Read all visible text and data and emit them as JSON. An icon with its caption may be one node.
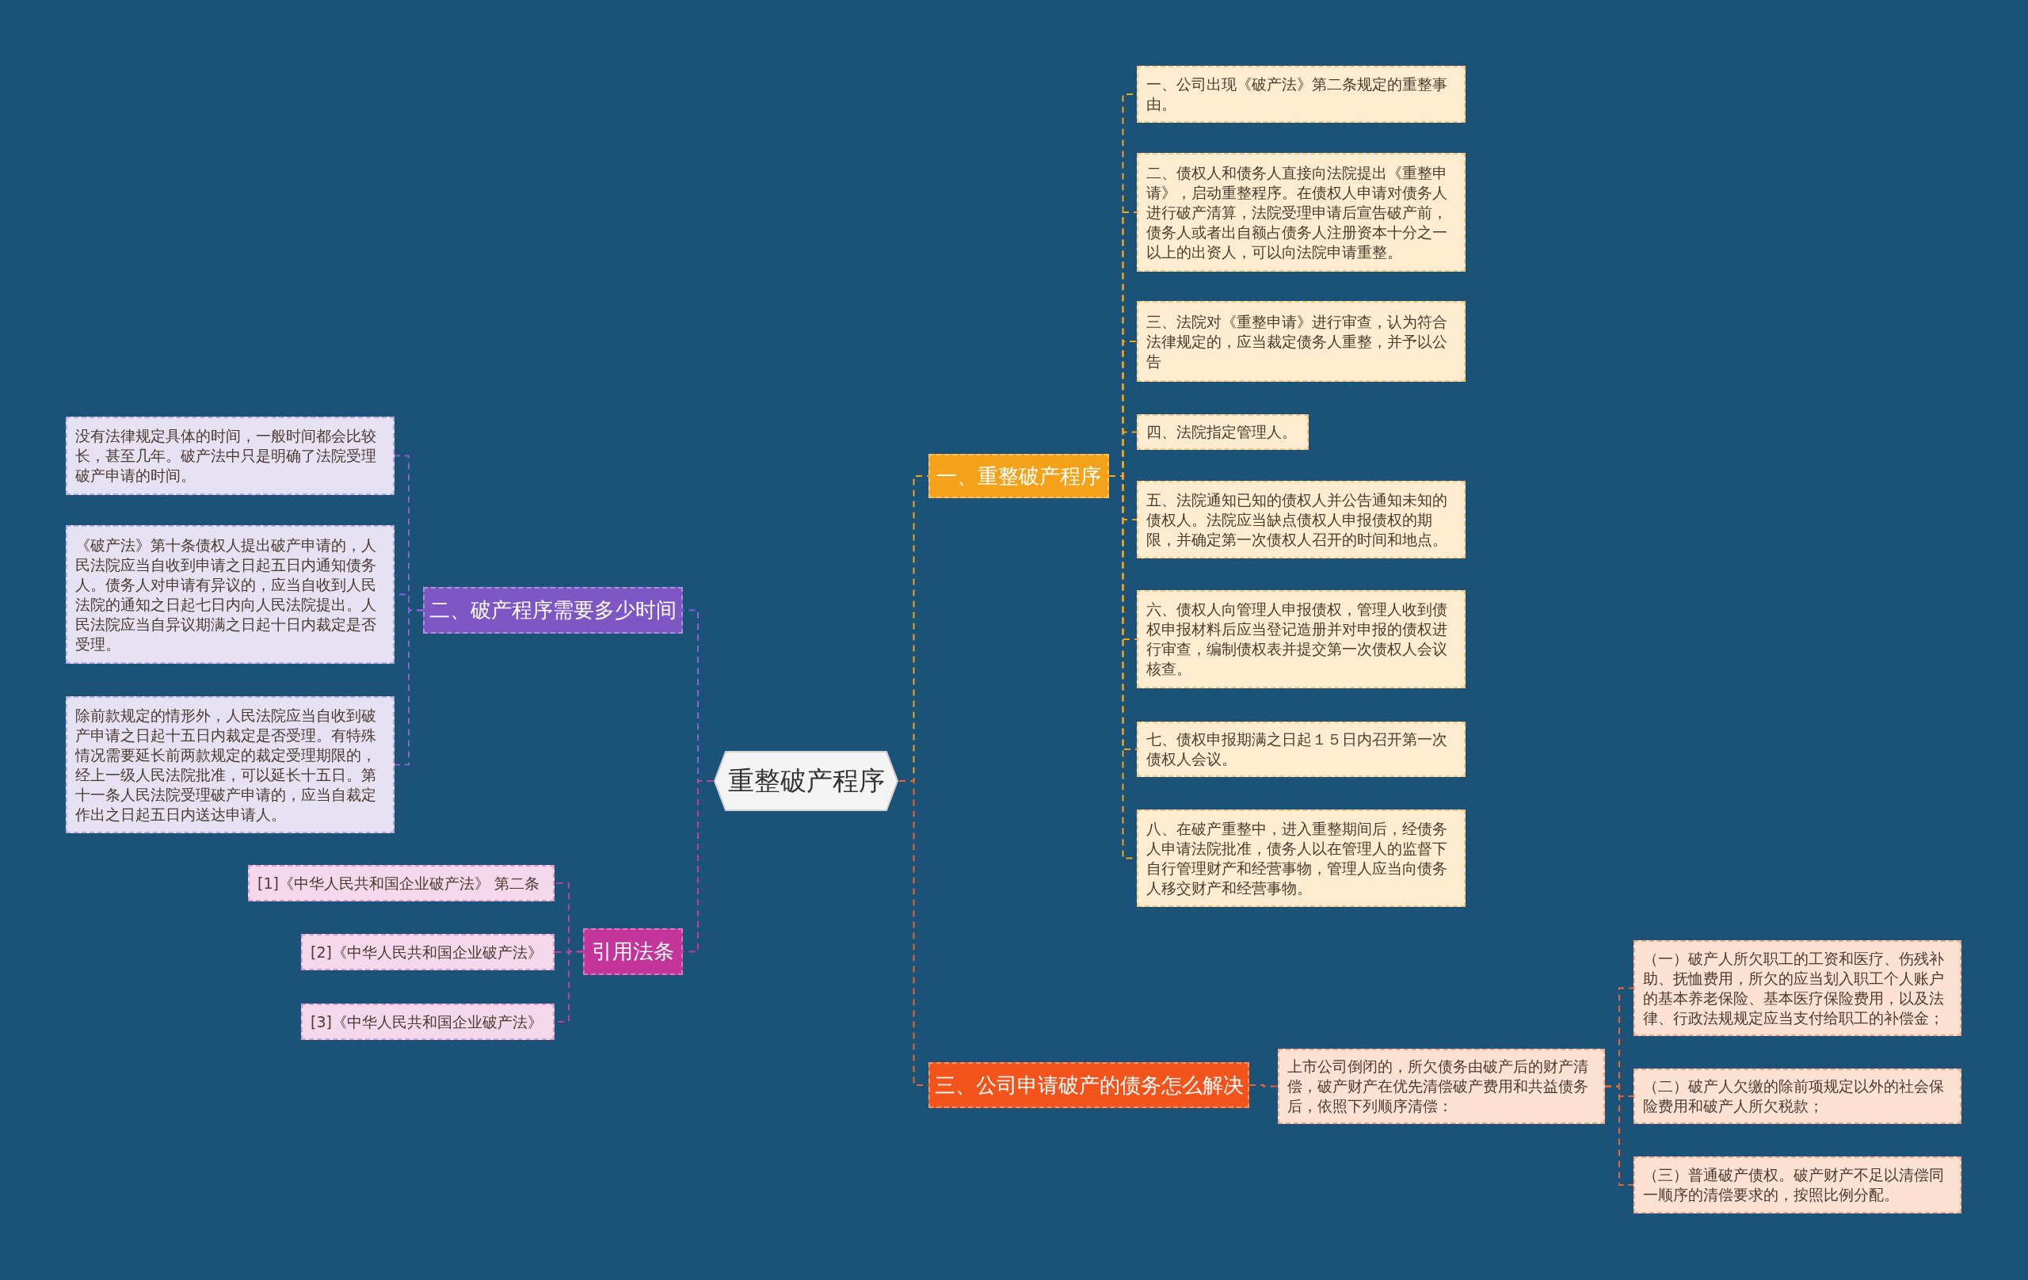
{
  "diagram": {
    "nodes": [
      {
        "text": [
          "重整破产程序"
        ]
      },
      {
        "text": [
          "一、重整破产程序"
        ]
      },
      {
        "text": [
          "一、公司出现《破产法》第二条规定的重整事由。"
        ]
      },
      {
        "text": [
          "二、债权人和债务人直接向法院提出《重整申请》，启动重整程序。在债权人申请对债务人进行破产清算，法院受理申请后宣告破产前，债务人或者出自额占债务人注册资本十分之一以上的出资人，可以向法院申请重整。"
        ]
      },
      {
        "text": [
          "三、法院对《重整申请》进行审查，认为符合法律规定的，应当裁定债务人重整，并予以公告"
        ]
      },
      {
        "text": [
          "四、法院指定管理人。"
        ]
      },
      {
        "text": [
          "五、法院通知已知的债权人并公告通知未知的债权人。法院应当缺点债权人申报债权的期限，并确定第一次债权人召开的时间和地点。"
        ]
      },
      {
        "text": [
          "六、债权人向管理人申报债权，管理人收到债权申报材料后应当登记造册并对申报的债权进行审查，编制债权表并提交第一次债权人会议核查。"
        ]
      },
      {
        "text": [
          "七、债权申报期满之日起１５日内召开第一次债权人会议。"
        ]
      },
      {
        "text": [
          "八、在破产重整中，进入重整期间后，经债务人申请法院批准，债务人以在管理人的监督下自行管理财产和经营事物，管理人应当向债务人移交财产和经营事物。"
        ]
      },
      {
        "text": [
          "二、破产程序需要多少时间"
        ]
      },
      {
        "text": [
          "没有法律规定具体的时间，一般时间都会比较长，甚至几年。破产法中只是明确了法院受理破产申请的时间。"
        ]
      },
      {
        "text": [
          "《破产法》第十条债权人提出破产申请的，人民法院应当自收到申请之日起五日内通知债务人。债务人对申请有异议的，应当自收到人民法院的通知之日起七日内向人民法院提出。人民法院应当自异议期满之日起十日内裁定是否受理。"
        ]
      },
      {
        "text": [
          "除前款规定的情形外，人民法院应当自收到破产申请之日起十五日内裁定是否受理。有特殊情况需要延长前两款规定的裁定受理期限的，经上一级人民法院批准，可以延长十五日。第十一条人民法院受理破产申请的，应当自裁定作出之日起五日内送达申请人。"
        ]
      },
      {
        "text": [
          "引用法条"
        ]
      },
      {
        "text": [
          "[1]《中华人民共和国企业破产法》 第二条"
        ]
      },
      {
        "text": [
          "[2]《中华人民共和国企业破产法》"
        ]
      },
      {
        "text": [
          "[3]《中华人民共和国企业破产法》"
        ]
      },
      {
        "text": [
          "三、公司申请破产的债务怎么解决"
        ]
      },
      {
        "text": [
          "上市公司倒闭的，所欠债务由破产后的财产清偿，破产财产在优先清偿破产费用和共益债务后，依照下列顺序清偿："
        ]
      },
      {
        "text": [
          "（一）破产人所欠职工的工资和医疗、伤残补助、抚恤费用，所欠的应当划入职工个人账户的基本养老保险、基本医疗保险费用，以及法律、行政法规规定应当支付给职工的补偿金；"
        ]
      },
      {
        "text": [
          "（二）破产人欠缴的除前项规定以外的社会保险费用和破产人所欠税款；"
        ]
      },
      {
        "text": [
          "（三）普通破产债权。破产财产不足以清偿同一顺序的清偿要求的，按照比例分配。"
        ]
      }
    ],
    "edges": [
      {
        "from": 0,
        "to": 1,
        "arrow": "none",
        "style": "dashed"
      },
      {
        "from": 1,
        "to": 2,
        "arrow": "none",
        "style": "dashed"
      },
      {
        "from": 1,
        "to": 3,
        "arrow": "none",
        "style": "dashed"
      },
      {
        "from": 1,
        "to": 4,
        "arrow": "none",
        "style": "dashed"
      },
      {
        "from": 1,
        "to": 5,
        "arrow": "none",
        "style": "dashed"
      },
      {
        "from": 1,
        "to": 6,
        "arrow": "none",
        "style": "dashed"
      },
      {
        "from": 1,
        "to": 7,
        "arrow": "none",
        "style": "dashed"
      },
      {
        "from": 1,
        "to": 8,
        "arrow": "none",
        "style": "dashed"
      },
      {
        "from": 1,
        "to": 9,
        "arrow": "none",
        "style": "dashed"
      },
      {
        "from": 0,
        "to": 10,
        "arrow": "none",
        "style": "dashed",
        "color": "#8e5fd0"
      },
      {
        "from": 10,
        "to": 11,
        "arrow": "none",
        "style": "dashed",
        "color": "#8e5fd0"
      },
      {
        "from": 10,
        "to": 12,
        "arrow": "none",
        "style": "dashed",
        "color": "#8e5fd0"
      },
      {
        "from": 10,
        "to": 13,
        "arrow": "none",
        "style": "dashed",
        "color": "#8e5fd0"
      },
      {
        "from": 0,
        "to": 14,
        "arrow": "none",
        "style": "dashed",
        "color": "#c83a9f"
      },
      {
        "from": 14,
        "to": 15,
        "arrow": "none",
        "style": "dashed",
        "color": "#c83a9f"
      },
      {
        "from": 14,
        "to": 16,
        "arrow": "none",
        "style": "dashed",
        "color": "#c83a9f"
      },
      {
        "from": 14,
        "to": 17,
        "arrow": "none",
        "style": "dashed",
        "color": "#c83a9f"
      },
      {
        "from": 0,
        "to": 18,
        "arrow": "none",
        "style": "dashed",
        "color": "#f0622a"
      },
      {
        "from": 18,
        "to": 19,
        "arrow": "none",
        "style": "dashed",
        "color": "#f0622a"
      },
      {
        "from": 19,
        "to": 20,
        "arrow": "none",
        "style": "dashed",
        "color": "#f0622a"
      },
      {
        "from": 19,
        "to": 21,
        "arrow": "none",
        "style": "dashed",
        "color": "#f0622a"
      },
      {
        "from": 19,
        "to": 22,
        "arrow": "none",
        "style": "dashed",
        "color": "#f0622a"
      }
    ]
  }
}
